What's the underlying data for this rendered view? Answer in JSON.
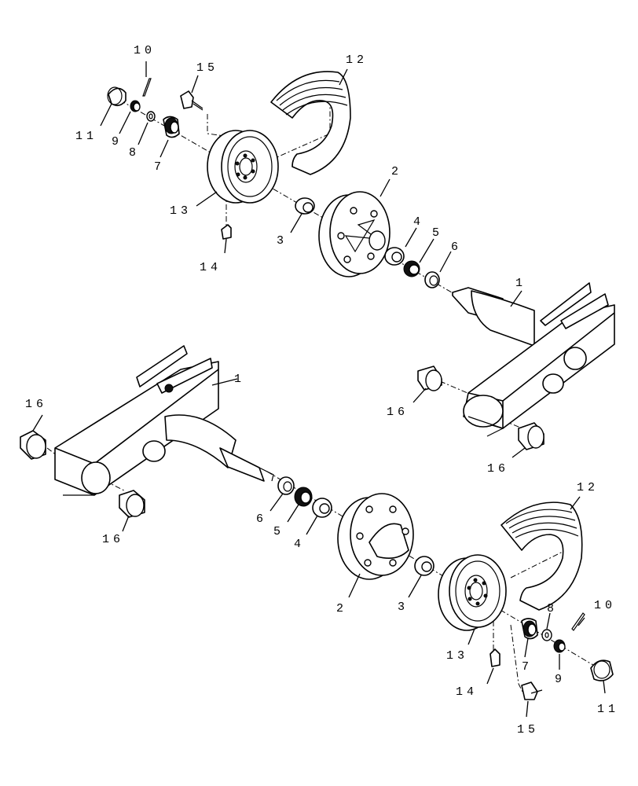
{
  "callouts": [
    {
      "id": "c10a",
      "text": "10"
    },
    {
      "id": "c15a",
      "text": "15"
    },
    {
      "id": "c12a",
      "text": "12"
    },
    {
      "id": "c11a",
      "text": "11"
    },
    {
      "id": "c9a",
      "text": "9"
    },
    {
      "id": "c8a",
      "text": "8"
    },
    {
      "id": "c7a",
      "text": "7"
    },
    {
      "id": "c13a",
      "text": "13"
    },
    {
      "id": "c2a",
      "text": "2"
    },
    {
      "id": "c3a",
      "text": "3"
    },
    {
      "id": "c14a",
      "text": "14"
    },
    {
      "id": "c4a",
      "text": "4"
    },
    {
      "id": "c5a",
      "text": "5"
    },
    {
      "id": "c6a",
      "text": "6"
    },
    {
      "id": "c1a",
      "text": "1"
    },
    {
      "id": "c16a",
      "text": "16"
    },
    {
      "id": "c16b",
      "text": "16"
    },
    {
      "id": "c1b",
      "text": "1"
    },
    {
      "id": "c16c",
      "text": "16"
    },
    {
      "id": "c16d",
      "text": "16"
    },
    {
      "id": "c12b",
      "text": "12"
    },
    {
      "id": "c6b",
      "text": "6"
    },
    {
      "id": "c5b",
      "text": "5"
    },
    {
      "id": "c4b",
      "text": "4"
    },
    {
      "id": "c10b",
      "text": "10"
    },
    {
      "id": "c8b",
      "text": "8"
    },
    {
      "id": "c2b",
      "text": "2"
    },
    {
      "id": "c3b",
      "text": "3"
    },
    {
      "id": "c13b",
      "text": "13"
    },
    {
      "id": "c7b",
      "text": "7"
    },
    {
      "id": "c9b",
      "text": "9"
    },
    {
      "id": "c11b",
      "text": "11"
    },
    {
      "id": "c14b",
      "text": "14"
    },
    {
      "id": "c15b",
      "text": "15"
    }
  ]
}
